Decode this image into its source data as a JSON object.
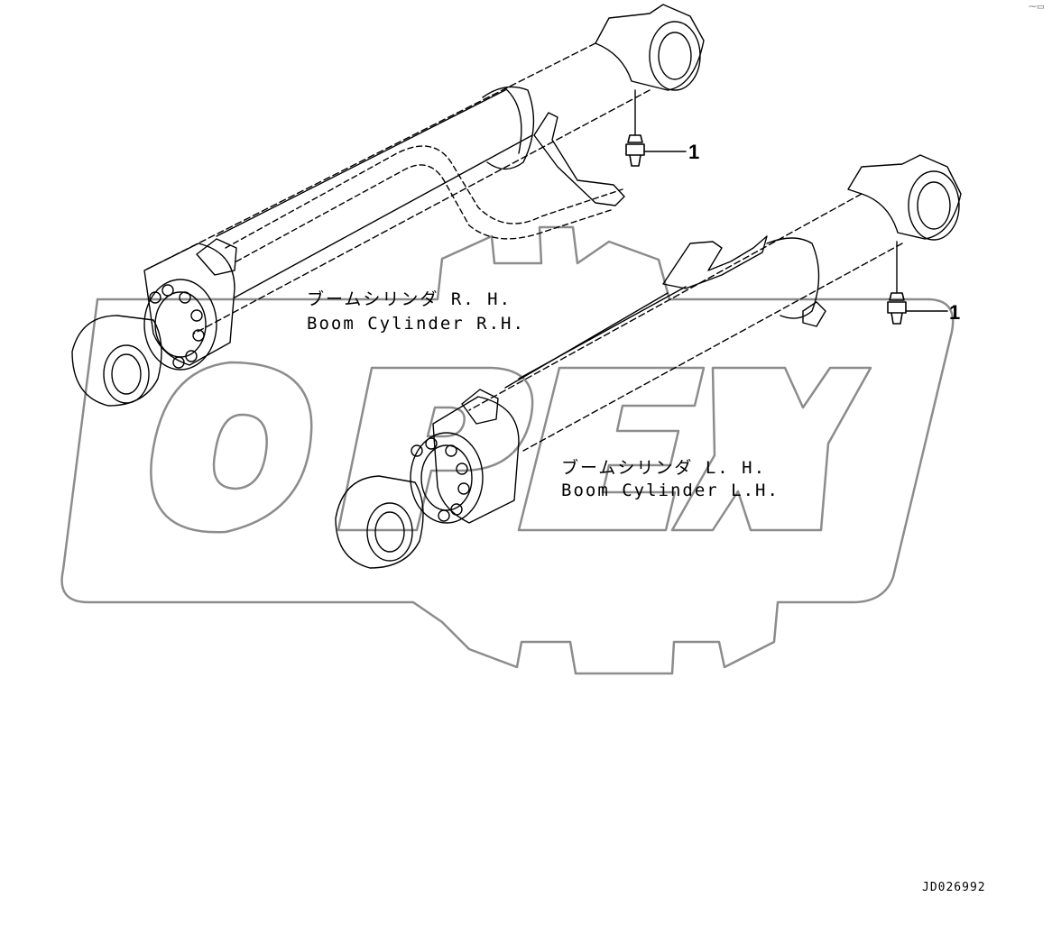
{
  "colors": {
    "line": "#000000",
    "watermark": "#8c8c8c",
    "background": "#ffffff"
  },
  "watermark": {
    "text": "OPEX",
    "shape": "gear-outline"
  },
  "cylinder_rh": {
    "label_jp": "ブームシリンダ R. H.",
    "label_en": "Boom Cylinder R.H."
  },
  "cylinder_lh": {
    "label_jp": "ブームシリンダ L. H.",
    "label_en": "Boom Cylinder L.H."
  },
  "callouts": [
    {
      "id": "callout-top",
      "text": "1"
    },
    {
      "id": "callout-right",
      "text": "1"
    }
  ],
  "document_id": "JD026992",
  "corner_mark": "⁓▭"
}
